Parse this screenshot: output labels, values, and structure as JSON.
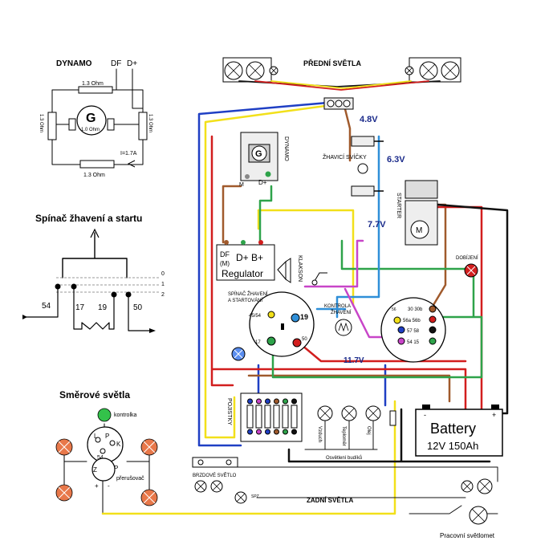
{
  "colors": {
    "blue": "#1f3fc4",
    "yellow": "#f2e01a",
    "brown": "#a05a2c",
    "red": "#d21e1e",
    "green": "#2ea34a",
    "black": "#111111",
    "cyan": "#2f8fd8",
    "magenta": "#c845c8",
    "orange_lamp": "#e8784a",
    "green_lamp": "#33c24a",
    "lightblue_lamp": "#5a8ef0",
    "voltage_text": "#1a2a8a"
  },
  "dynamo_panel": {
    "title": "DYNAMO",
    "df": "DF",
    "dplus": "D+",
    "r_top": "1.3 Ohm",
    "r_left": "1.3 Ohm",
    "r_right": "1.3 Ohm",
    "r_bottom": "1.3 Ohm",
    "generator_letter": "G",
    "generator_value": "1.0 Ohm",
    "current": "I=1.7A"
  },
  "switch_panel": {
    "title": "Spínač žhavení a startu",
    "pos0": "0",
    "pos1": "1",
    "pos2": "2",
    "t54": "54",
    "t17": "17",
    "t19": "19",
    "t50": "50"
  },
  "turn_panel": {
    "title": "Směrové světla",
    "kontrolka": "kontrolka",
    "l": "L",
    "p": "P",
    "k": "K",
    "t54": "54",
    "z": "Z",
    "p2": "P",
    "prerusovac": "přerušovač",
    "plus": "+",
    "minus": "-"
  },
  "main": {
    "front_lights": "PŘEDNÍ SVĚTLA",
    "dynamo": "DYNAMO",
    "g": "G",
    "m": "M",
    "dplus": "D+",
    "v48": "4.8V",
    "zhavici_svicky": "ŽHAVICÍ SVÍČKY",
    "v63": "6.3V",
    "starter": "STARTER",
    "motor": "M",
    "v77": "7.7V",
    "dobijeni": "DOBÍJENÍ",
    "regulator_df": "DF",
    "regulator_m": "(M)",
    "regulator_d": "D+ B+",
    "regulator": "Regulator",
    "klakson": "KLAKSON",
    "spinac_line1": "SPÍNAČ ŽHAVENÍ",
    "spinac_line2": "A STARTOVÁNÍ",
    "kontrola_line1": "KONTROLA",
    "kontrola_line2": "ŽHAVENÍ",
    "s4554": "45/54",
    "s19": "19",
    "s17": "17",
    "s50": "50",
    "v117": "11.7V",
    "c3030": "30 30b",
    "c56": "56a 56b",
    "c57": "57  58",
    "c54": "54  15",
    "c56nc": "56",
    "pojistky": "POJISTKY",
    "vzduch": "Vzduch",
    "teplomer": "Teploměr",
    "olej": "Olej",
    "osvetleni": "Osvětlení budíků",
    "battery": "Battery",
    "battery_spec": "12V 150Ah",
    "batt_minus": "-",
    "batt_plus": "+",
    "brzdove": "BRZDOVÉ SVĚTLO",
    "spz": "SPZ",
    "zadni": "ZADNÍ SVĚTLA",
    "pracovni": "Pracovní světlomet"
  }
}
